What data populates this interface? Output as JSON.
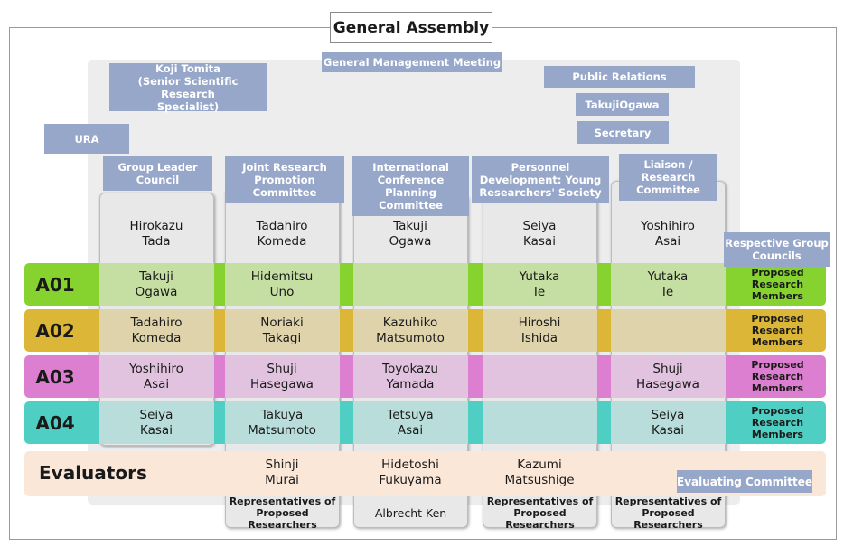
{
  "title": "General Assembly",
  "general_management_meeting": "General Management Meeting",
  "advisor": "Koji Tomita\n(Senior Scientific Research\nSpecialist)",
  "ura": "URA",
  "public_relations": "Public Relations",
  "pr_person": "TakujiOgawa",
  "secretary": "Secretary",
  "committees": [
    {
      "label": "Group Leader\nCouncil",
      "head": "Hirokazu\nTada"
    },
    {
      "label": "Joint Research\nPromotion\nCommittee",
      "head": "Tadahiro\nKomeda"
    },
    {
      "label": "International\nConference\nPlanning\nCommittee",
      "head": "Takuji\nOgawa"
    },
    {
      "label": "Personnel\nDevelopment: Young\nResearchers' Society",
      "head": "Seiya\nKasai"
    },
    {
      "label": "Liaison /\nResearch\nCommittee",
      "head": "Yoshihiro\nAsai"
    }
  ],
  "respective_group_councils": "Respective Group\nCouncils",
  "groups": [
    {
      "label": "A01",
      "color": "#86d22f",
      "light": "#c5dea2",
      "members": [
        "Takuji\nOgawa",
        "Hidemitsu\nUno",
        "",
        "Yutaka\nIe",
        "Yutaka\nIe"
      ],
      "proposed": "Proposed\nResearch\nMembers"
    },
    {
      "label": "A02",
      "color": "#dcb636",
      "light": "#dfd3ab",
      "members": [
        "Tadahiro\nKomeda",
        "Noriaki\nTakagi",
        "Kazuhiko\nMatsumoto",
        "Hiroshi\nIshida",
        ""
      ],
      "proposed": "Proposed\nResearch\nMembers"
    },
    {
      "label": "A03",
      "color": "#dd7fd0",
      "light": "#e2c3df",
      "members": [
        "Yoshihiro\nAsai",
        "Shuji\nHasegawa",
        "Toyokazu\nYamada",
        "",
        "Shuji\nHasegawa"
      ],
      "proposed": "Proposed\nResearch\nMembers"
    },
    {
      "label": "A04",
      "color": "#4fcfc4",
      "light": "#b9dddb",
      "members": [
        "Seiya\nKasai",
        "Takuya\nMatsumoto",
        "Tetsuya\nAsai",
        "",
        "Seiya\nKasai"
      ],
      "proposed": "Proposed\nResearch\nMembers"
    }
  ],
  "evaluators": {
    "label": "Evaluators",
    "members": [
      "",
      "Shinji\nMurai",
      "Hidetoshi\nFukuyama",
      "Kazumi\nMatsushige",
      ""
    ],
    "committee": "Evaluating Committee"
  },
  "representatives": [
    "",
    "Representatives of\nProposed Researchers",
    "Albrecht Ken",
    "Representatives of\nProposed Researchers",
    "Representatives of\nProposed Researchers"
  ],
  "colors": {
    "accent_blue": "#97a7c9",
    "evaluators_bg": "#fbe7d8"
  }
}
